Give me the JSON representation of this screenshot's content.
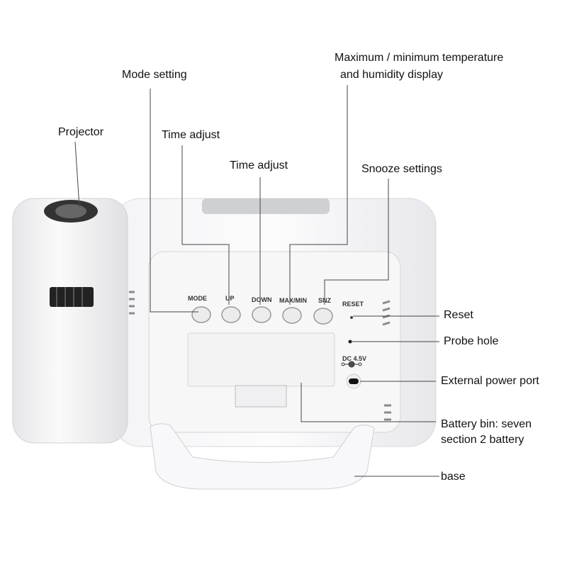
{
  "callouts": {
    "mode_setting": "Mode setting",
    "projector": "Projector",
    "time_adjust_up": "Time adjust",
    "time_adjust_down": "Time adjust",
    "maxmin_line1": "Maximum / minimum temperature",
    "maxmin_line2": "and humidity display",
    "snooze": "Snooze settings",
    "reset": "Reset",
    "probe_hole": "Probe hole",
    "power_port": "External power port",
    "battery_line1": "Battery bin: seven",
    "battery_line2": "section 2 battery",
    "base": "base"
  },
  "device_labels": {
    "mode": "MODE",
    "up": "UP",
    "down": "DOWN",
    "maxmin": "MAX/MIN",
    "snz": "SNZ",
    "reset": "RESET",
    "dc": "DC 4.5V"
  }
}
